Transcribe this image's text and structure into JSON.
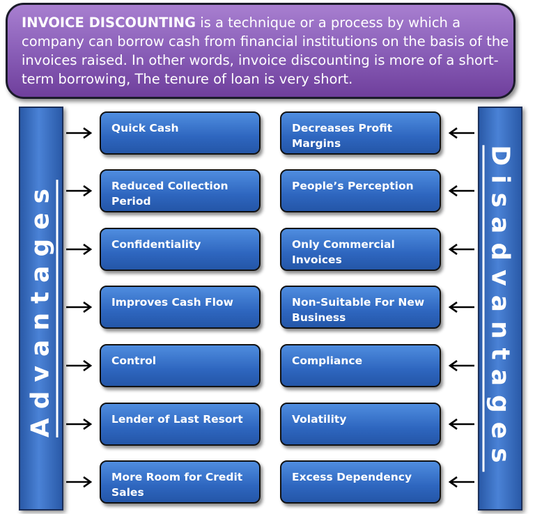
{
  "header": {
    "title": "INVOICE DISCOUNTING",
    "text": " is a technique or a process by which a company can borrow cash from financial institutions on the basis of the invoices raised. In other words, invoice discounting is more of a short-term borrowing, The tenure of loan is very short."
  },
  "advantages": {
    "label": "Advantages",
    "items": [
      "Quick Cash",
      "Reduced Collection Period",
      "Confidentiality",
      "Improves Cash Flow",
      "Control",
      "Lender of Last Resort",
      "More Room for Credit Sales"
    ]
  },
  "disadvantages": {
    "label": "Disadvantages",
    "items": [
      "Decreases Profit Margins",
      "People’s Perception",
      "Only Commercial Invoices",
      "Non-Suitable For New Business",
      "Compliance",
      "Volatility",
      "Excess Dependency"
    ]
  }
}
